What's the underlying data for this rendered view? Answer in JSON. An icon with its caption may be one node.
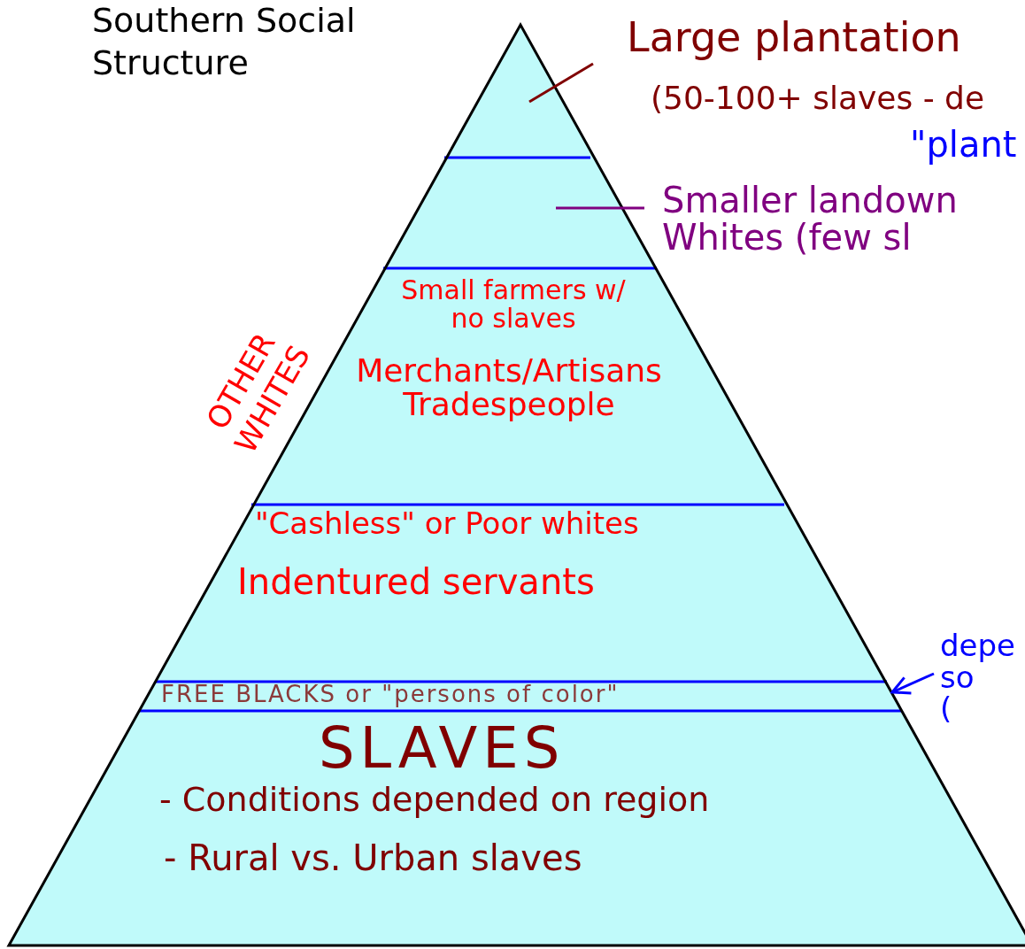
{
  "diagram": {
    "title": "Southern Social Structure",
    "nodes": [
      {
        "text": [],
        "shape": "triangle"
      },
      {
        "text": [],
        "shape": "trapezoid"
      },
      {
        "text": [
          "Small farmers w/ no slaves",
          "Merchants/Artisans Tradespeople"
        ]
      },
      {
        "text": [
          "\"Cashless\" or Poor whites",
          "Indentured servants"
        ]
      },
      {
        "text": [
          "FREE BLACKS or \"persons of color\""
        ]
      },
      {
        "text": [
          "SLAVES",
          "- Conditions depended on region",
          "- Rural vs. Urban slaves"
        ]
      },
      {
        "text": [
          "Large plantation",
          "(50-100+ slaves - de",
          "\"plant"
        ]
      },
      {
        "text": [
          "Smaller landown Whites (few sl"
        ]
      },
      {
        "text": [
          "depe so ("
        ]
      }
    ],
    "edges": [
      {
        "from": 6,
        "to": 0,
        "arrow": "none",
        "color": "#800000"
      },
      {
        "from": 7,
        "to": 1,
        "arrow": "none",
        "color": "#800080"
      },
      {
        "from": 8,
        "to": 4,
        "arrow": "to",
        "color": "#0000ff"
      }
    ],
    "labels": [
      "OTHER WHITES"
    ]
  }
}
